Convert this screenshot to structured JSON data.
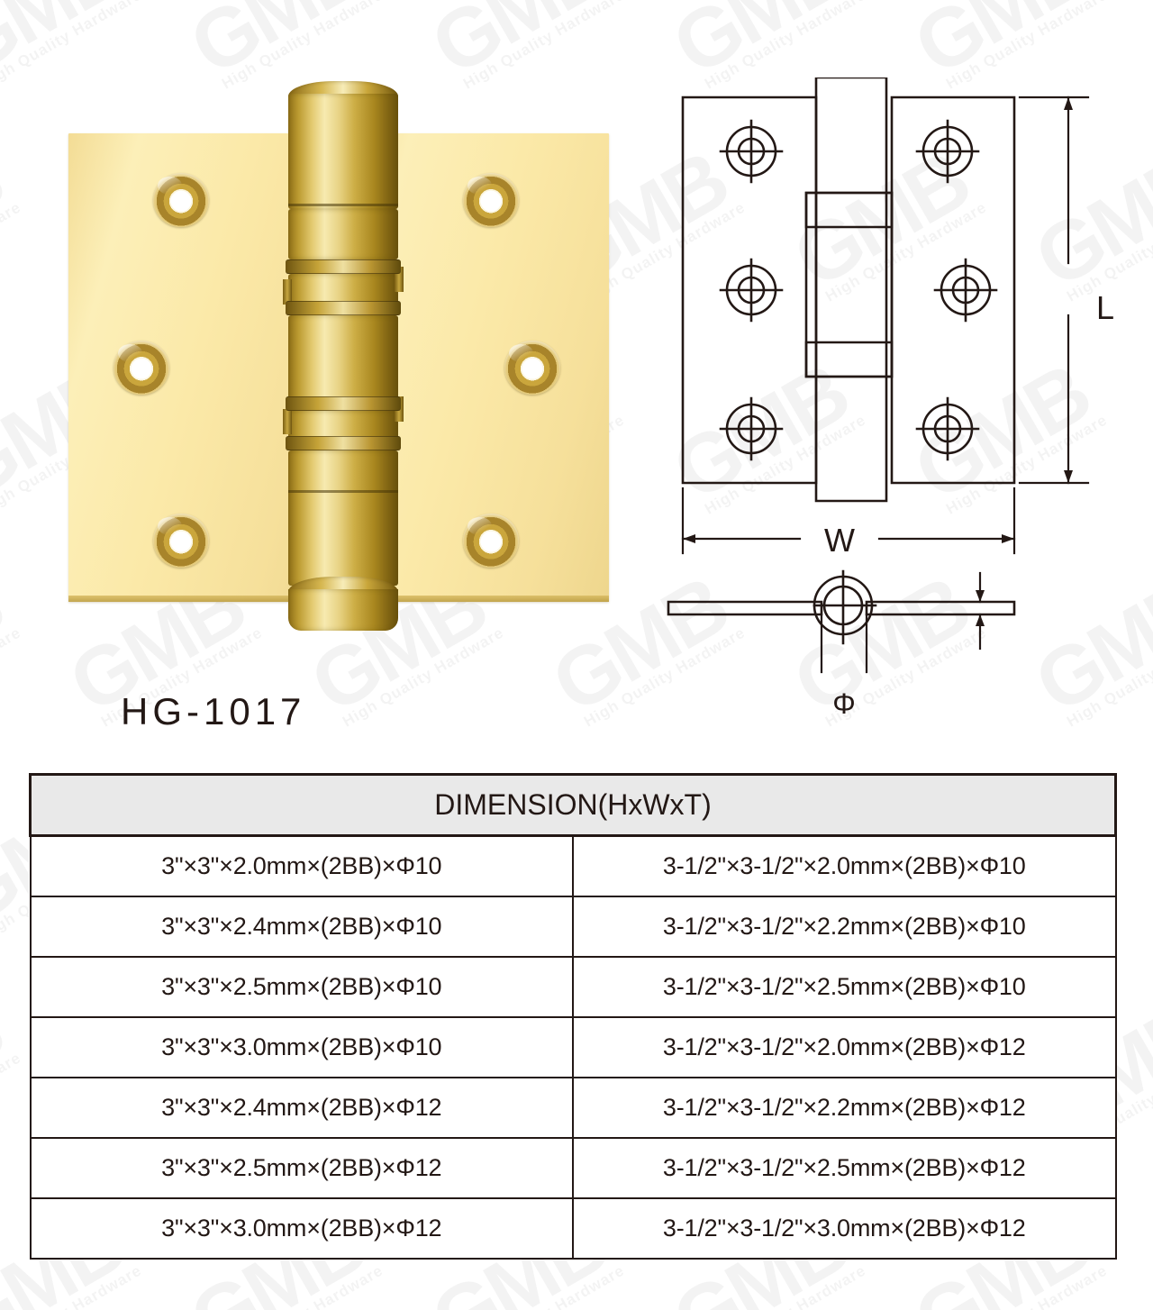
{
  "product": {
    "model": "HG-1017",
    "type": "ball-bearing-door-hinge",
    "finish_color": "#fbe9a8",
    "barrel_color": "#c9a63a"
  },
  "watermark": {
    "brand": "GMB",
    "tagline": "High Quality Hardware"
  },
  "drawing": {
    "labels": {
      "length": "L",
      "width": "W",
      "diameter": "Φ"
    },
    "screw_holes_per_leaf": 3,
    "leaves": 2
  },
  "table": {
    "header": "DIMENSION(HxWxT)",
    "rows": [
      {
        "left": "3\"×3\"×2.0mm×(2BB)×Φ10",
        "right": "3-1/2\"×3-1/2\"×2.0mm×(2BB)×Φ10"
      },
      {
        "left": "3\"×3\"×2.4mm×(2BB)×Φ10",
        "right": "3-1/2\"×3-1/2\"×2.2mm×(2BB)×Φ10"
      },
      {
        "left": "3\"×3\"×2.5mm×(2BB)×Φ10",
        "right": "3-1/2\"×3-1/2\"×2.5mm×(2BB)×Φ10"
      },
      {
        "left": "3\"×3\"×3.0mm×(2BB)×Φ10",
        "right": "3-1/2\"×3-1/2\"×2.0mm×(2BB)×Φ12"
      },
      {
        "left": "3\"×3\"×2.4mm×(2BB)×Φ12",
        "right": "3-1/2\"×3-1/2\"×2.2mm×(2BB)×Φ12"
      },
      {
        "left": "3\"×3\"×2.5mm×(2BB)×Φ12",
        "right": "3-1/2\"×3-1/2\"×2.5mm×(2BB)×Φ12"
      },
      {
        "left": "3\"×3\"×3.0mm×(2BB)×Φ12",
        "right": "3-1/2\"×3-1/2\"×3.0mm×(2BB)×Φ12"
      }
    ]
  }
}
